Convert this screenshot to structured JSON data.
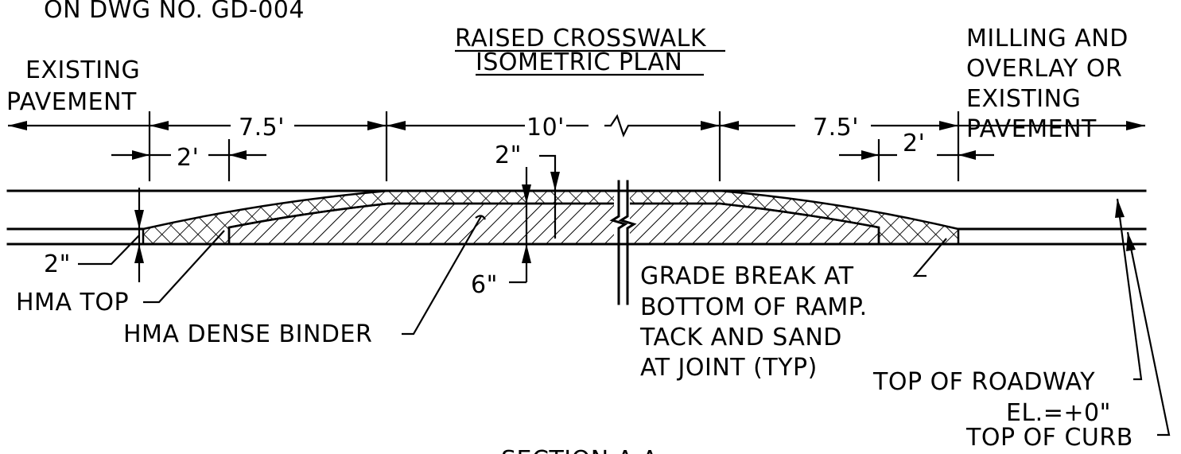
{
  "labels": {
    "top_note": "ON DWG NO. GD-004",
    "title_line1": "RAISED CROSSWALK",
    "title_line2": "ISOMETRIC PLAN",
    "existing_pavement_1": "EXISTING",
    "existing_pavement_2": "PAVEMENT",
    "milling_1": "MILLING AND",
    "milling_2": "OVERLAY OR",
    "milling_3": "EXISTING",
    "milling_4": "PAVEMENT",
    "dim_left_75": "7.5'",
    "dim_left_2": "2'",
    "dim_center_10": "10'",
    "dim_right_75": "7.5'",
    "dim_right_2": "2'",
    "dim_2in_top": "2\"",
    "dim_2in_left": "2\"",
    "dim_6in": "6\"",
    "hma_top": "HMA TOP",
    "hma_dense_binder": "HMA DENSE BINDER",
    "grade_1": "GRADE BREAK AT",
    "grade_2": "BOTTOM OF RAMP.",
    "grade_3": "TACK AND SAND",
    "grade_4": "AT JOINT (TYP)",
    "top_roadway": "TOP OF ROADWAY",
    "elevation": "EL.=+0\"",
    "top_curb": "TOP OF CURB",
    "section": "SECTION A-A"
  },
  "colors": {
    "ink": "#000000",
    "paper": "#ffffff"
  }
}
